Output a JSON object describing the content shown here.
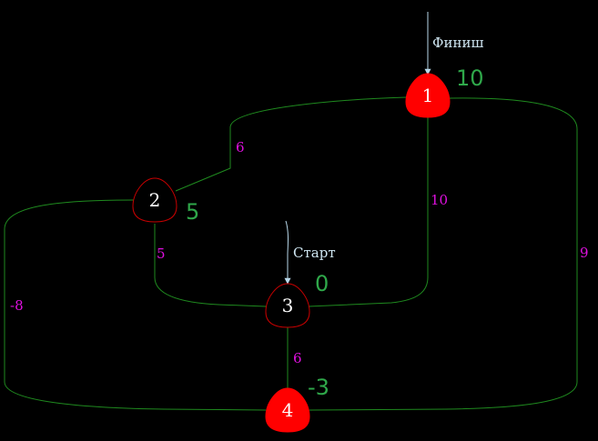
{
  "graph": {
    "colors": {
      "background": "#000000",
      "edge": "#1f8a1f",
      "weight": "#e010e0",
      "distance": "#2fa84a",
      "node_filled": "#ff0000",
      "node_outline": "#c80000",
      "marker_arrow": "#b8d8ea",
      "marker_text": "#cfe6f2"
    },
    "nodes": [
      {
        "id": "1",
        "label": "1",
        "distance": "10",
        "filled": true
      },
      {
        "id": "2",
        "label": "2",
        "distance": "5",
        "filled": false
      },
      {
        "id": "3",
        "label": "3",
        "distance": "0",
        "filled": false
      },
      {
        "id": "4",
        "label": "4",
        "distance": "-3",
        "filled": true
      }
    ],
    "edges": [
      {
        "id": "e12",
        "from": "1",
        "to": "2",
        "weight": "6"
      },
      {
        "id": "e13",
        "from": "1",
        "to": "3",
        "weight": "10"
      },
      {
        "id": "e14",
        "from": "1",
        "to": "4",
        "weight": "9"
      },
      {
        "id": "e23",
        "from": "2",
        "to": "3",
        "weight": "5"
      },
      {
        "id": "e24",
        "from": "2",
        "to": "4",
        "weight": "-8"
      },
      {
        "id": "e34",
        "from": "3",
        "to": "4",
        "weight": "6"
      }
    ],
    "markers": {
      "finish": {
        "label": "Финиш",
        "node": "1"
      },
      "start": {
        "label": "Старт",
        "node": "3"
      }
    }
  }
}
